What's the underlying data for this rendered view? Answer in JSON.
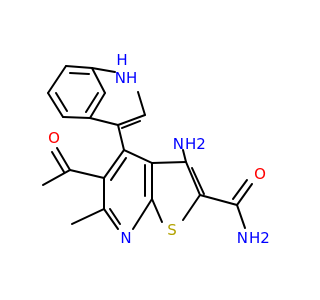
{
  "colors": {
    "bond": "#000000",
    "nitrogen": "#0000ff",
    "oxygen": "#ff0000",
    "sulfur": "#b2a200",
    "background": "#ffffff"
  },
  "labels": {
    "indole_nh": "NH",
    "indole_h": "H",
    "amino_n": "N",
    "amino_h": "H2",
    "amide_o": "O",
    "amide_n": "N",
    "amide_h": "H2",
    "acetyl_o": "O",
    "pyridine_n": "N",
    "thiophene_s": "S"
  }
}
